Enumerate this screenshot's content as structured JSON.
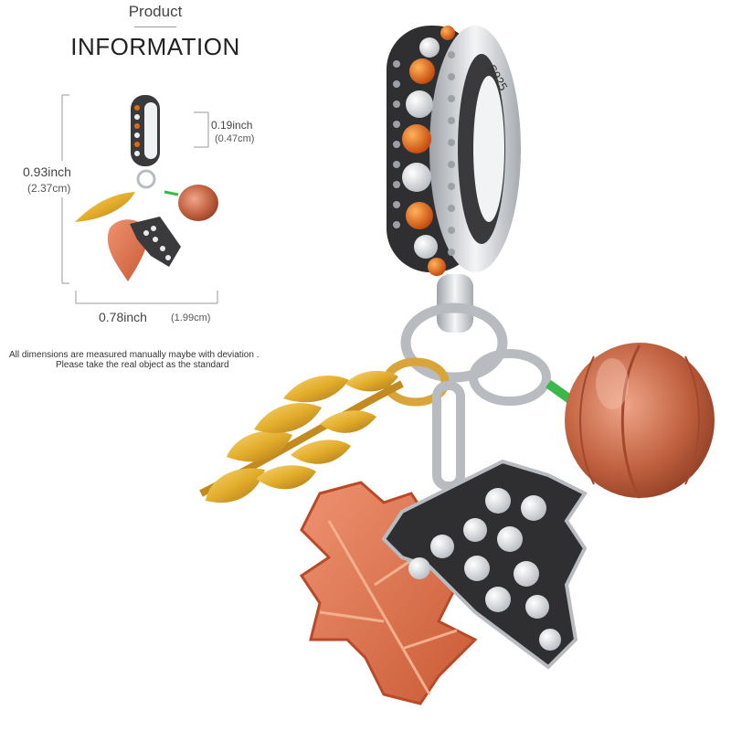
{
  "header": {
    "eyebrow": "Product",
    "title": "INFORMATION"
  },
  "dimensions": {
    "height": {
      "inch": "0.93inch",
      "cm": "(2.37cm)"
    },
    "bail": {
      "inch": "0.19inch",
      "cm": "(0.47cm)"
    },
    "width": {
      "inch": "0.78inch",
      "cm": "(1.99cm)"
    }
  },
  "disclaimer": {
    "line1": "All dimensions are measured manually maybe with deviation .",
    "line2": "Please take the real object as the standard"
  },
  "stamp": "S925",
  "colors": {
    "silver": "#c9ccd0",
    "dark_metal": "#3a3a3c",
    "orange_stone": "#e06a12",
    "clear_stone": "#eef0f2",
    "gold": "#e3ad2b",
    "orange_enamel": "#d96d45",
    "pumpkin": "#c0613f",
    "stem_green": "#3ab84a"
  },
  "icons": [
    "bead-icon",
    "wheat-icon",
    "maple-leaf-icon",
    "pumpkin-icon"
  ]
}
